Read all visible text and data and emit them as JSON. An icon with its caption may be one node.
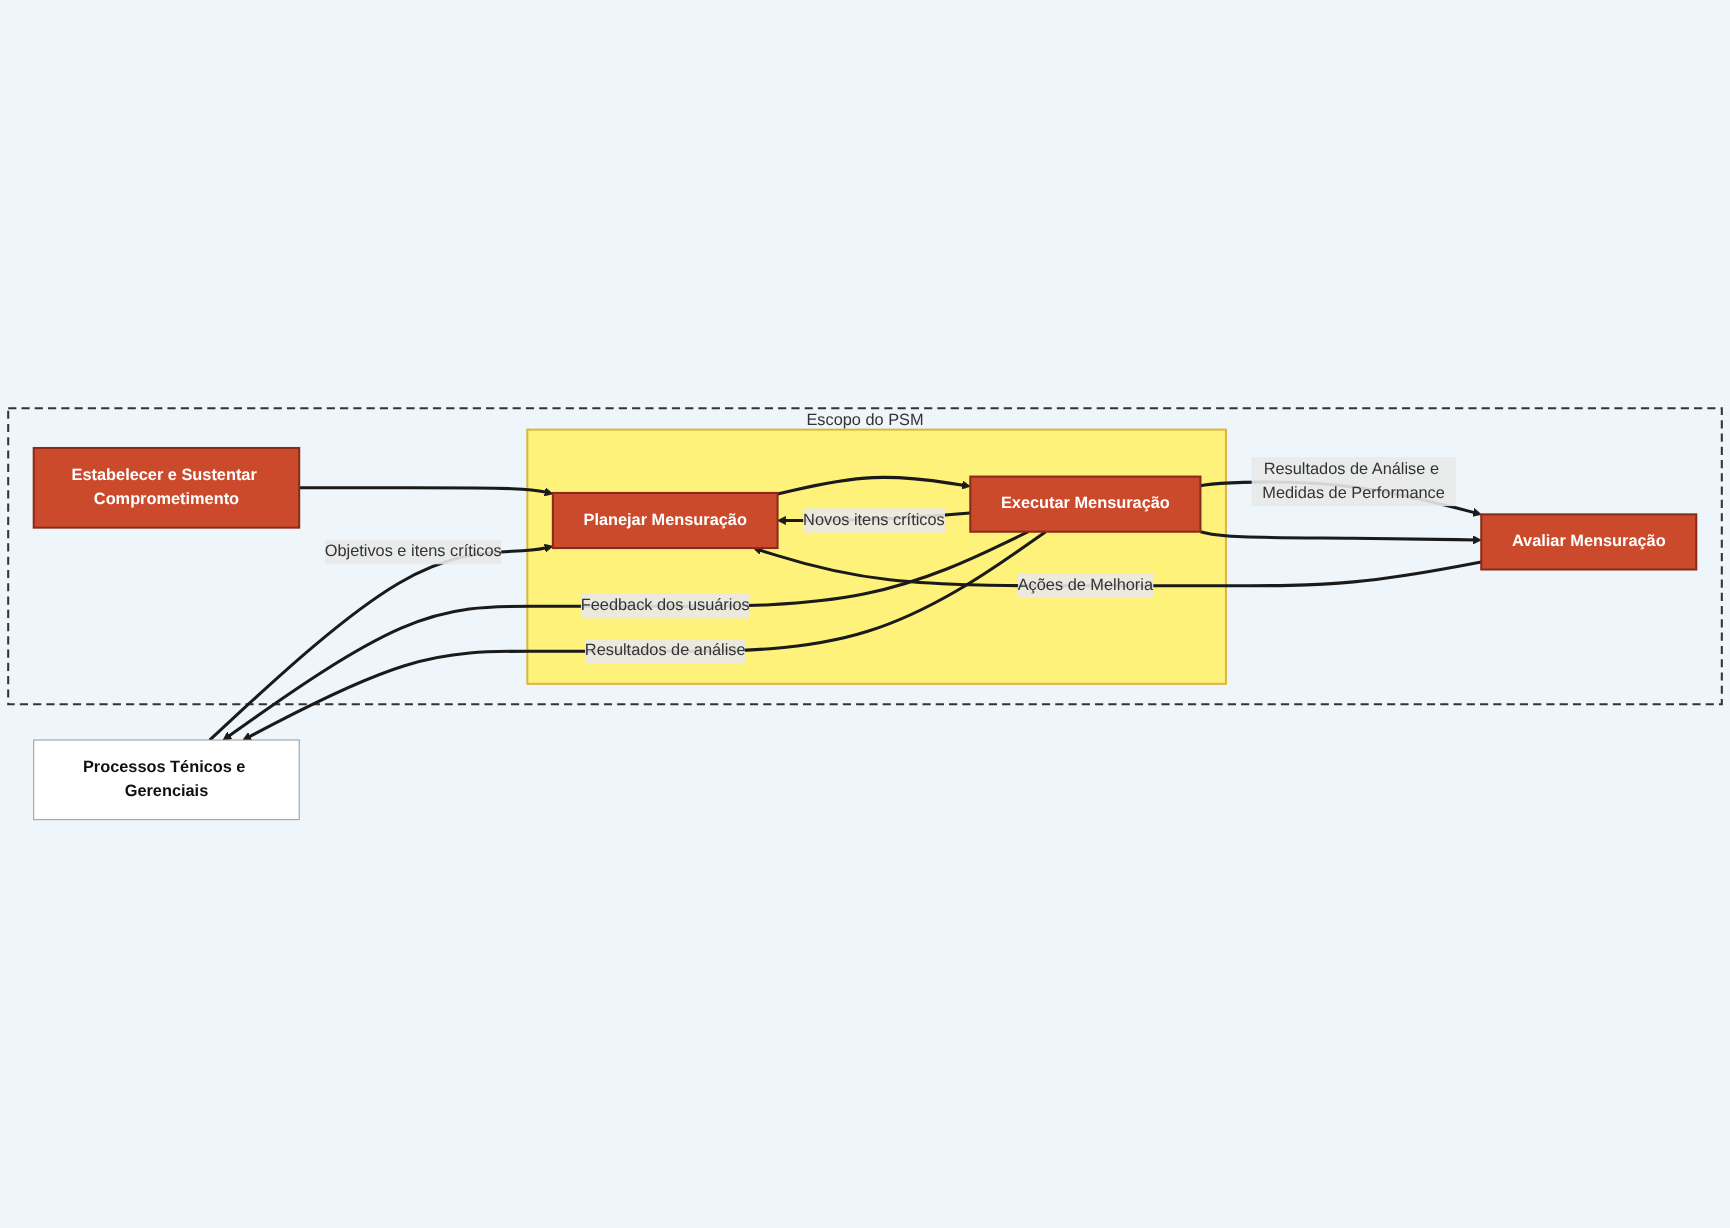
{
  "diagram": {
    "nodes": [
      {
        "text": [
          "Processos Ténicos e Gerenciais"
        ]
      },
      {
        "text": [
          "Escopo do PSM"
        ]
      },
      {
        "text": [
          "Estabelecer e Sustentar Comprometimento"
        ],
        "in": 1
      },
      {
        "text": [],
        "shape": "box",
        "in": 1
      },
      {
        "text": [
          "Planejar Mensuração"
        ],
        "in": 3
      },
      {
        "text": [
          "Executar Mensuração"
        ],
        "in": 3
      },
      {
        "text": [
          "Avaliar Mensuração"
        ],
        "in": 1
      }
    ],
    "edges": [
      {
        "from": 0,
        "to": 4,
        "arrow": "to",
        "label": "Objetivos e itens críticos"
      },
      {
        "from": 2,
        "to": 4,
        "arrow": "to"
      },
      {
        "from": 4,
        "to": 5,
        "arrow": "to"
      },
      {
        "from": 5,
        "to": 4,
        "arrow": "to",
        "label": "Novos itens críticos"
      },
      {
        "from": 5,
        "to": 0,
        "arrow": "to",
        "label": "Feedback dos usuários"
      },
      {
        "from": 5,
        "to": 0,
        "arrow": "to",
        "label": "Resultados de análise"
      },
      {
        "from": 5,
        "to": 6,
        "arrow": "to",
        "label": "Resultados de Análise e Medidas de Performance"
      },
      {
        "from": 5,
        "to": 6,
        "arrow": "to"
      },
      {
        "from": 6,
        "to": 4,
        "arrow": "to",
        "label": "Ações de Melhoria"
      }
    ]
  }
}
